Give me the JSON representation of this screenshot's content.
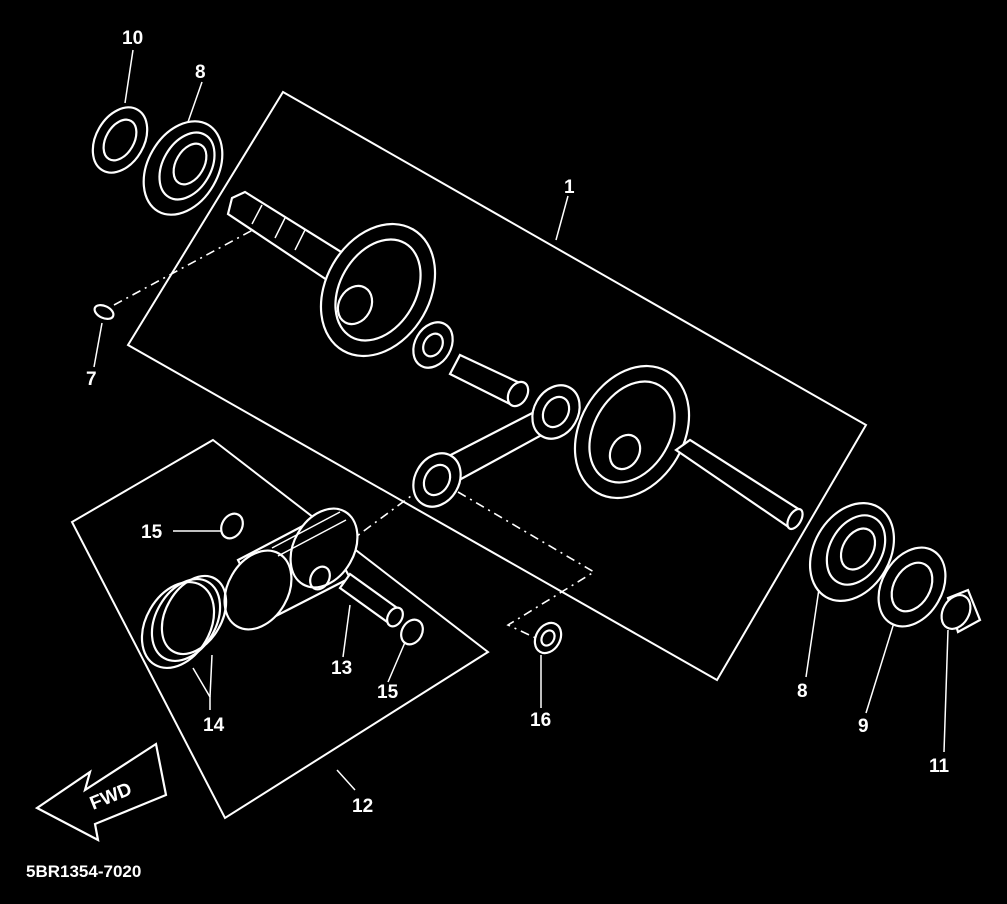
{
  "diagram_code": "5BR1354-7020",
  "fwd_label": "FWD",
  "callouts": {
    "c1": "1",
    "c7": "7",
    "c8a": "8",
    "c8b": "8",
    "c9": "9",
    "c10": "10",
    "c11": "11",
    "c12": "12",
    "c13": "13",
    "c14": "14",
    "c15a": "15",
    "c15b": "15",
    "c16": "16"
  },
  "colors": {
    "background": "#000000",
    "linework": "#ffffff"
  }
}
